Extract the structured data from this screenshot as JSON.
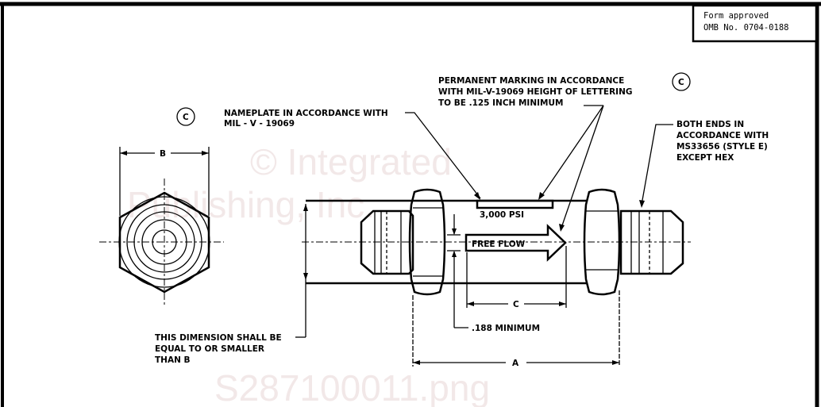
{
  "form_box": {
    "line1": "Form approved",
    "line2": "OMB No. 0704-0188"
  },
  "callouts": {
    "revision_mark_left": "C",
    "revision_mark_right": "C",
    "nameplate_line1": "NAMEPLATE IN ACCORDANCE WITH",
    "nameplate_line2": "MIL - V - 19069",
    "marking_line1": "PERMANENT MARKING IN ACCORDANCE",
    "marking_line2": "WITH MIL-V-19069 HEIGHT OF LETTERING",
    "marking_line3": "TO BE .125 INCH MINIMUM",
    "ends_line1": "BOTH ENDS IN",
    "ends_line2": "ACCORDANCE WITH",
    "ends_line3": "MS33656 (STYLE E)",
    "ends_line4": "EXCEPT HEX",
    "dimension_note_line1": "THIS DIMENSION SHALL BE",
    "dimension_note_line2": "EQUAL TO OR SMALLER",
    "dimension_note_line3": "THAN B"
  },
  "part_markings": {
    "pressure": "3,000 PSI",
    "flow": "FREE FLOW"
  },
  "dimensions": {
    "a": "A",
    "b": "B",
    "c": "C",
    "min_gap": ".188 MINIMUM"
  },
  "watermark": {
    "line1": "© Integrated",
    "line2": "Publishing, Inc.",
    "line3": "S287100011.png"
  }
}
